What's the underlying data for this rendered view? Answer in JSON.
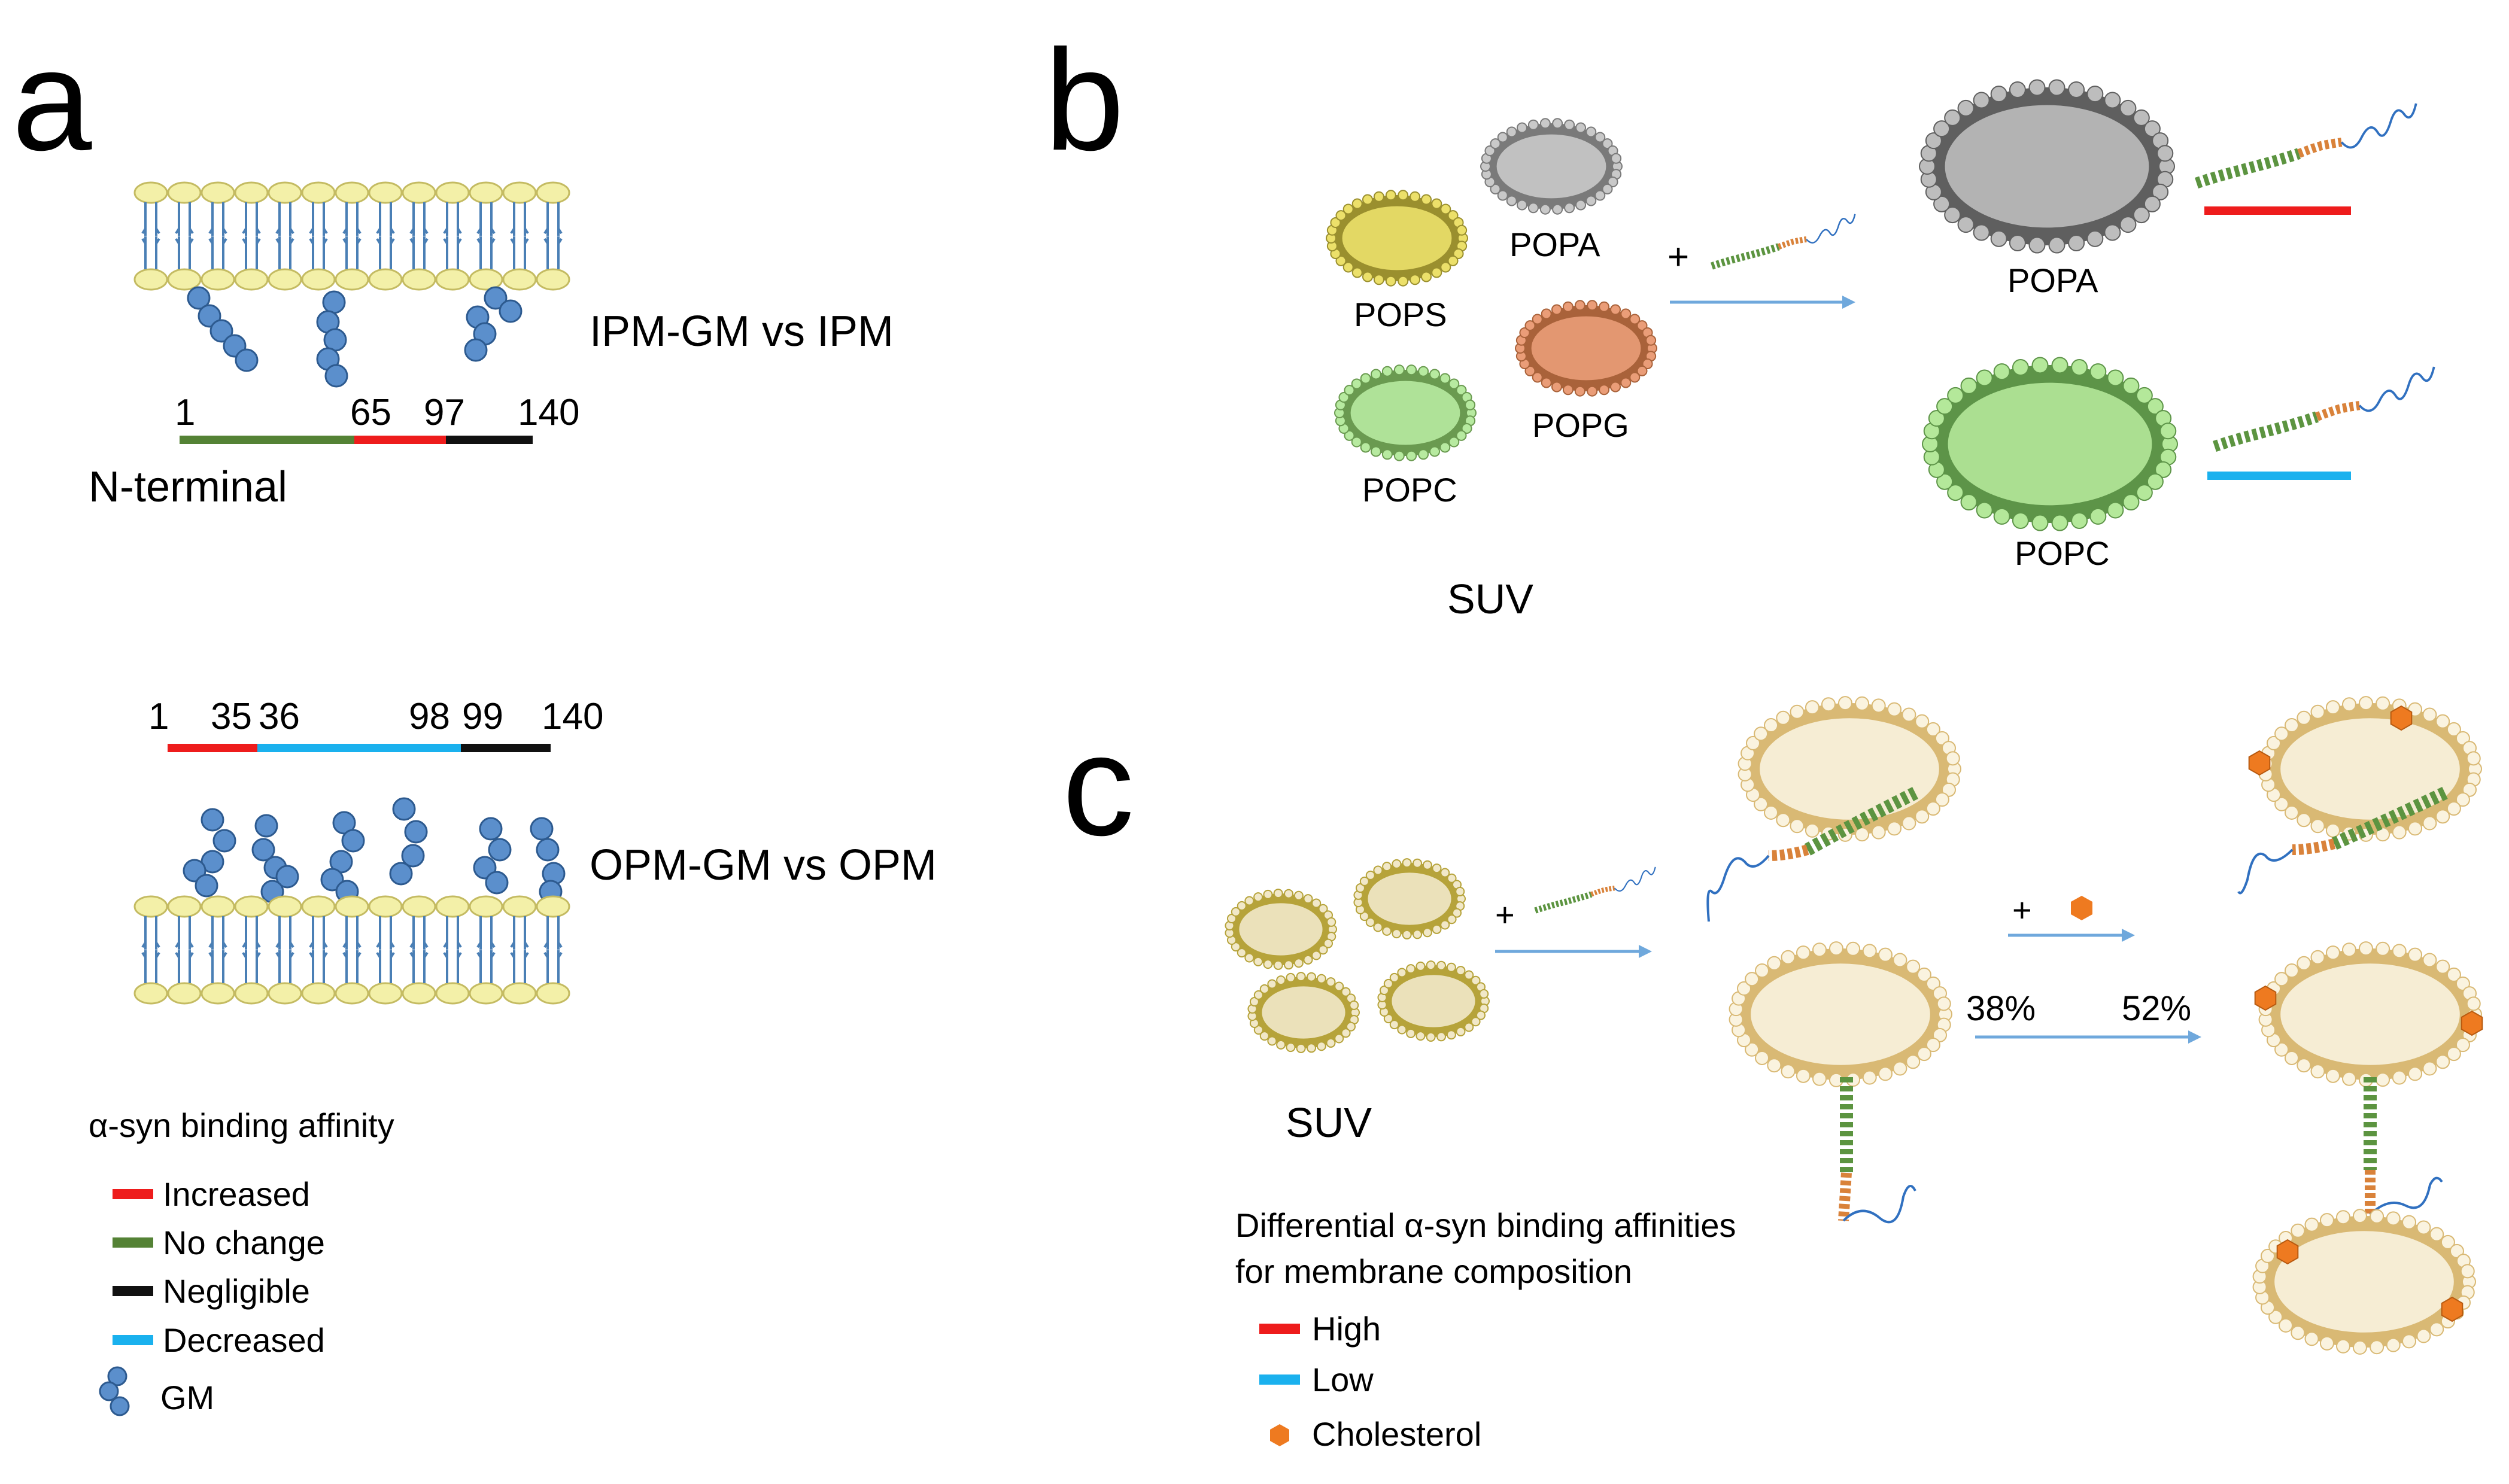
{
  "colors": {
    "red": "#ee1c1c",
    "green": "#548235",
    "black": "#111111",
    "blue": "#1ab1ee",
    "gm_blue": "#5b8fcc",
    "arrow": "#6fa8dc",
    "lipid_head": "#f3f0a8",
    "popa": "#a6a6a6",
    "pops": "#e8dc5a",
    "popg": "#e8a07a",
    "popc": "#a8e08a",
    "suv": "#efe3b8",
    "cholesterol": "#ee7a20"
  },
  "panel_a": {
    "label": "a",
    "ipm": {
      "caption": "IPM-GM vs IPM",
      "ticks": [
        "1",
        "65",
        "97",
        "140"
      ],
      "terminal_label": "N-terminal"
    },
    "opm": {
      "caption": "OPM-GM vs OPM",
      "ticks": [
        "1",
        "35",
        "36",
        "98",
        "99",
        "140"
      ]
    },
    "legend": {
      "title": "α-syn binding affinity",
      "items": [
        {
          "label": "Increased",
          "color": "red"
        },
        {
          "label": "No change",
          "color": "green"
        },
        {
          "label": "Negligible",
          "color": "black"
        },
        {
          "label": "Decreased",
          "color": "blue"
        }
      ],
      "gm_label": "GM"
    }
  },
  "panel_b": {
    "label": "b",
    "vesicles": [
      "POPA",
      "POPS",
      "POPG",
      "POPC"
    ],
    "suv_label": "SUV",
    "plus": "+",
    "results": [
      {
        "label": "POPA",
        "affinity": "high"
      },
      {
        "label": "POPC",
        "affinity": "low"
      }
    ]
  },
  "panel_c": {
    "label": "c",
    "suv_label": "SUV",
    "plus": "+",
    "plus2": "+",
    "pct_left": "38%",
    "pct_right": "52%",
    "legend": {
      "title_line1": "Differential α-syn binding affinities",
      "title_line2": "for membrane composition",
      "items": [
        {
          "label": "High",
          "color": "red"
        },
        {
          "label": "Low",
          "color": "blue"
        },
        {
          "label": "Cholesterol",
          "color": "cholesterol"
        }
      ]
    }
  }
}
